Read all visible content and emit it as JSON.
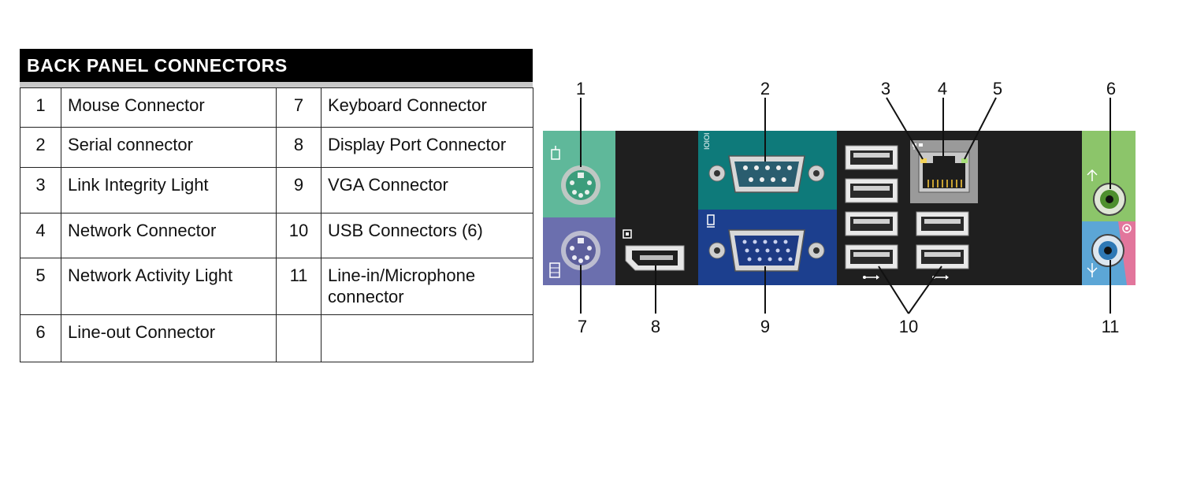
{
  "legend": {
    "title": "BACK PANEL CONNECTORS",
    "rows": [
      {
        "n1": "1",
        "label1": "Mouse Connector",
        "n2": "7",
        "label2": "Keyboard Connector"
      },
      {
        "n1": "2",
        "label1": "Serial connector",
        "n2": "8",
        "label2": "Display Port Connector"
      },
      {
        "n1": "3",
        "label1": "Link Integrity Light",
        "n2": "9",
        "label2": "VGA Connector"
      },
      {
        "n1": "4",
        "label1": "Network Connector",
        "n2": "10",
        "label2": "USB Connectors (6)"
      },
      {
        "n1": "5",
        "label1": "Network Activity Light",
        "n2": "11",
        "label2": "Line-in/Microphone connector"
      },
      {
        "n1": "6",
        "label1": "Line-out Connector",
        "n2": "",
        "label2": ""
      }
    ]
  },
  "callouts": {
    "c1": "1",
    "c2": "2",
    "c3": "3",
    "c4": "4",
    "c5": "5",
    "c6": "6",
    "c7": "7",
    "c8": "8",
    "c9": "9",
    "c10": "10",
    "c11": "11"
  },
  "colors": {
    "panel": "#1f1f1f",
    "ps2_mouse": "#5fb89a",
    "ps2_keyboard": "#6b6fae",
    "serial": "#0e7a7a",
    "vga": "#1c3f8e",
    "line_out": "#8cc56a",
    "line_in": "#5ca6d6",
    "mic_pink": "#e2769c"
  }
}
